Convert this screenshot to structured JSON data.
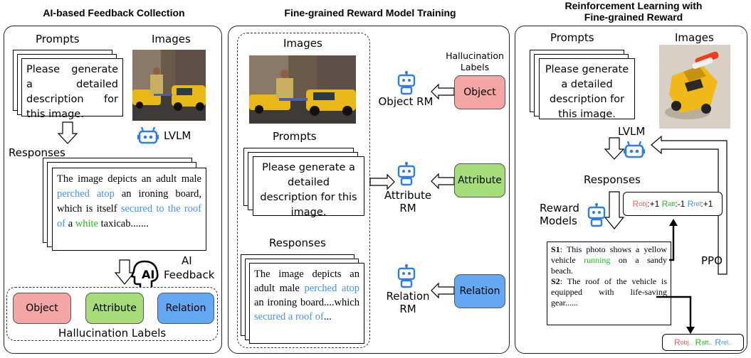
{
  "sections": {
    "collection_title": "AI-based Feedback Collection",
    "training_title": "Fine-grained Reward Model Training",
    "rl_title_line1": "Reinforcement Learning with",
    "rl_title_line2": "Fine-grained Reward"
  },
  "collection": {
    "prompts_label": "Prompts",
    "images_label": "Images",
    "prompt_text": "Please generate a detailed description for this image.",
    "lvlm_label": "LVLM",
    "responses_label": "Responses",
    "response_plain_1": "The image depicts an adult male ",
    "response_blue_1": "perched atop",
    "response_plain_2": " an ironing board, which is itself ",
    "response_blue_2": "secured to the roof of",
    "response_plain_3": " a ",
    "response_green_1": "white",
    "response_plain_4": " taxicab.......",
    "ai_feedback_line1": "AI",
    "ai_feedback_line2": "Feedback",
    "labels": [
      "Object",
      "Attribute",
      "Relation"
    ],
    "hallucination_labels": "Hallucination Labels"
  },
  "training": {
    "images_label": "Images",
    "prompts_label": "Prompts",
    "prompt_text": "Please generate a detailed description for this image.",
    "responses_label": "Responses",
    "resp_plain_1": "The image depicts an adult male ",
    "resp_blue_1": "perched atop",
    "resp_plain_2": " an ironing board....which ",
    "resp_blue_2": "secured a roof of",
    "resp_plain_3": "...",
    "hallucination_line1": "Hallucination",
    "hallucination_line2": "Labels",
    "rm_object": "Object RM",
    "rm_attribute": "Attribute RM",
    "rm_relation": "Relation RM",
    "labels": [
      "Object",
      "Attribute",
      "Relation"
    ]
  },
  "rl": {
    "prompts_label": "Prompts",
    "images_label": "Images",
    "prompt_text": "Please generate a detailed description for this image.",
    "lvlm_label": "LVLM",
    "responses_label": "Responses",
    "reward_models_line1": "Reward",
    "reward_models_line2": "Models",
    "s1_tag": "S1",
    "s1_plain_1": ": This photo shows a yellow vehicle ",
    "s1_green": "running",
    "s1_plain_2": " on a sandy beach.",
    "s2_tag": "S2",
    "s2_plain": ": The roof of the vehicle is equipped with life-saving gear......",
    "ppo_label": "PPO",
    "reward_s1": {
      "obj_sub": "obj",
      "obj_val": ":+1 ",
      "att_sub": "att",
      "att_val": ":-1 ",
      "rel_sub": "rel",
      "rel_val": ":+1"
    },
    "reward_s2": {
      "obj_sub": "obj..",
      "att_sub": "att..",
      "rel_sub": "rel.."
    },
    "r_letter": "R"
  },
  "colors": {
    "blue_text": "#4a90e2",
    "green_text": "#2bb52b",
    "object_fill": "#f4a6a6",
    "attribute_fill": "#a6dc7a",
    "relation_fill": "#64a8f4",
    "robot_blue": "#2f7de1"
  }
}
